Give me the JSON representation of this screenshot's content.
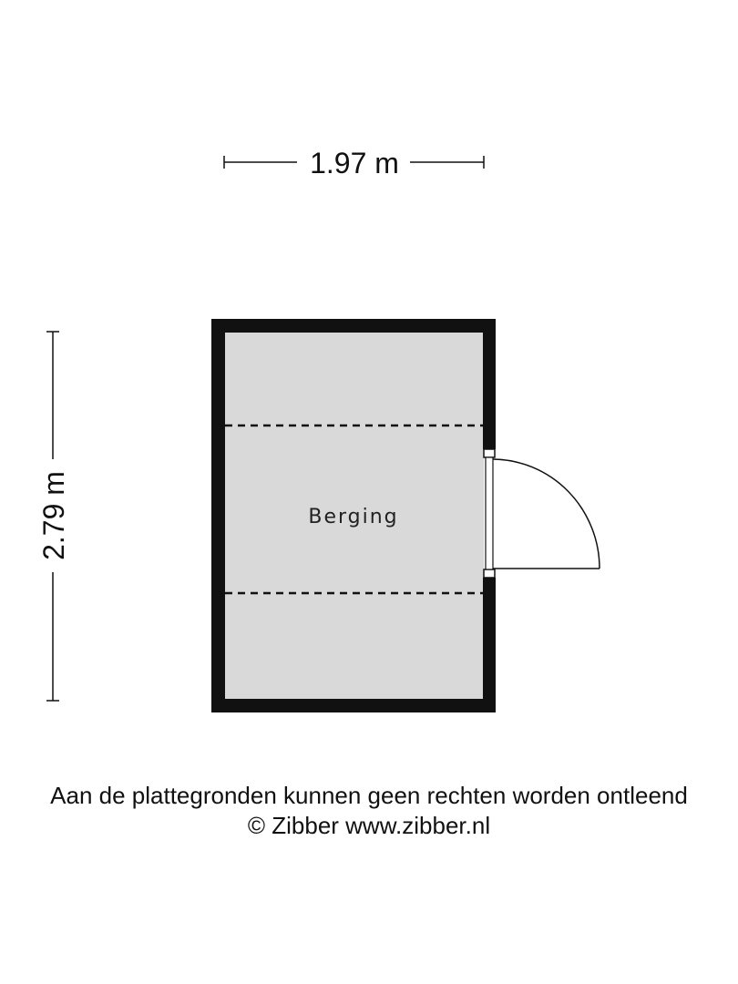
{
  "dimensions": {
    "width_label": "1.97 m",
    "height_label": "2.79 m"
  },
  "rooms": [
    {
      "name": "Berging"
    }
  ],
  "footer": {
    "disclaimer": "Aan de plattegronden kunnen geen rechten worden ontleend",
    "copyright": "© Zibber www.zibber.nl"
  },
  "colors": {
    "wall": "#111111",
    "floor": "#d9d9d9",
    "background": "#ffffff"
  }
}
